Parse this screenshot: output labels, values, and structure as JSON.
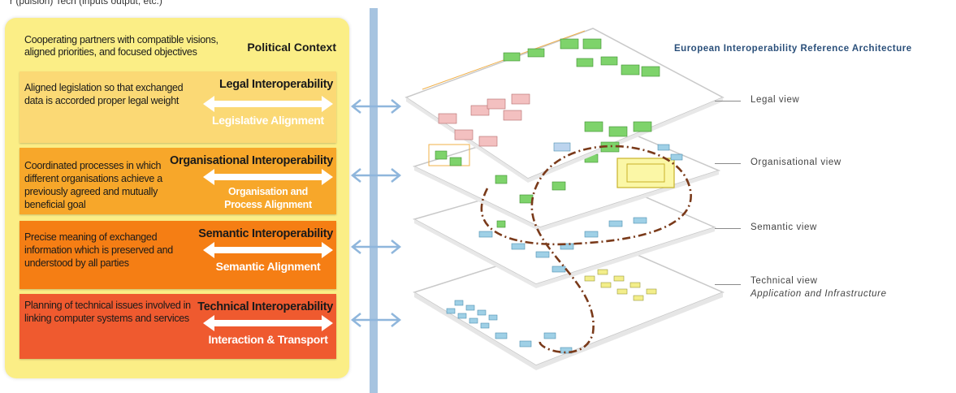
{
  "top_fragment": "r (pulsion)  Tech (inputs output, etc.)",
  "political": {
    "description": "Cooperating partners with compatible visions, aligned priorities, and focused objectives",
    "title": "Political Context"
  },
  "layers": [
    {
      "description": "Aligned legislation so that exchanged data is accorded proper legal weight",
      "title": "Legal Interoperability",
      "alignment": "Legislative Alignment",
      "color": "#fbd975"
    },
    {
      "description": "Coordinated processes in which different organisations achieve a previously agreed and mutually beneficial goal",
      "title": "Organisational Interoperability",
      "alignment": "Organisation and Process Alignment",
      "color": "#f7a72a"
    },
    {
      "description": "Precise meaning of exchanged information which is preserved and understood by all parties",
      "title": "Semantic Interoperability",
      "alignment": "Semantic Alignment",
      "color": "#f57e14"
    },
    {
      "description": "Planning of technical issues involved in linking computer systems and services",
      "title": "Technical Interoperability",
      "alignment": "Interaction & Transport",
      "color": "#ef5a2f"
    }
  ],
  "architecture": {
    "title": "European Interoperability Reference Architecture",
    "views": [
      {
        "label": "Legal view"
      },
      {
        "label": "Organisational view"
      },
      {
        "label": "Semantic view"
      },
      {
        "label": "Technical view",
        "sublabel": "Application and Infrastructure"
      }
    ]
  },
  "colors": {
    "panel": "#fbee86",
    "bar": "#a7c4e0",
    "arrow": "#8fb6dc",
    "dashed_path": "#7a3a1a"
  }
}
